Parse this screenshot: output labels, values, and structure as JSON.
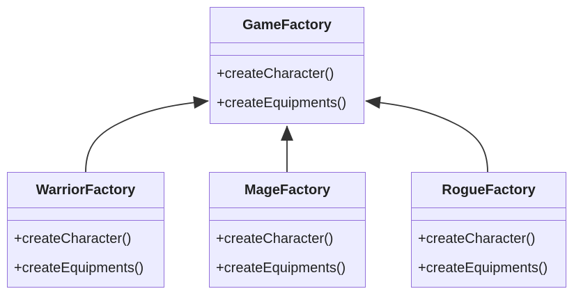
{
  "diagram": {
    "kind": "uml-class-diagram",
    "colors": {
      "background": "#ffffff",
      "node_fill": "#ECECFF",
      "node_border": "#9370DB",
      "edge_color": "#333333",
      "text_color": "#1f2020"
    },
    "arrow_style": "filled-triangle",
    "classes": [
      {
        "name": "GameFactory",
        "attributes": [],
        "methods": [
          "+createCharacter()",
          "+createEquipments()"
        ]
      },
      {
        "name": "WarriorFactory",
        "attributes": [],
        "methods": [
          "+createCharacter()",
          "+createEquipments()"
        ]
      },
      {
        "name": "MageFactory",
        "attributes": [],
        "methods": [
          "+createCharacter()",
          "+createEquipments()"
        ]
      },
      {
        "name": "RogueFactory",
        "attributes": [],
        "methods": [
          "+createCharacter()",
          "+createEquipments()"
        ]
      }
    ],
    "relations": [
      {
        "from": "WarriorFactory",
        "to": "GameFactory"
      },
      {
        "from": "MageFactory",
        "to": "GameFactory"
      },
      {
        "from": "RogueFactory",
        "to": "GameFactory"
      }
    ]
  }
}
